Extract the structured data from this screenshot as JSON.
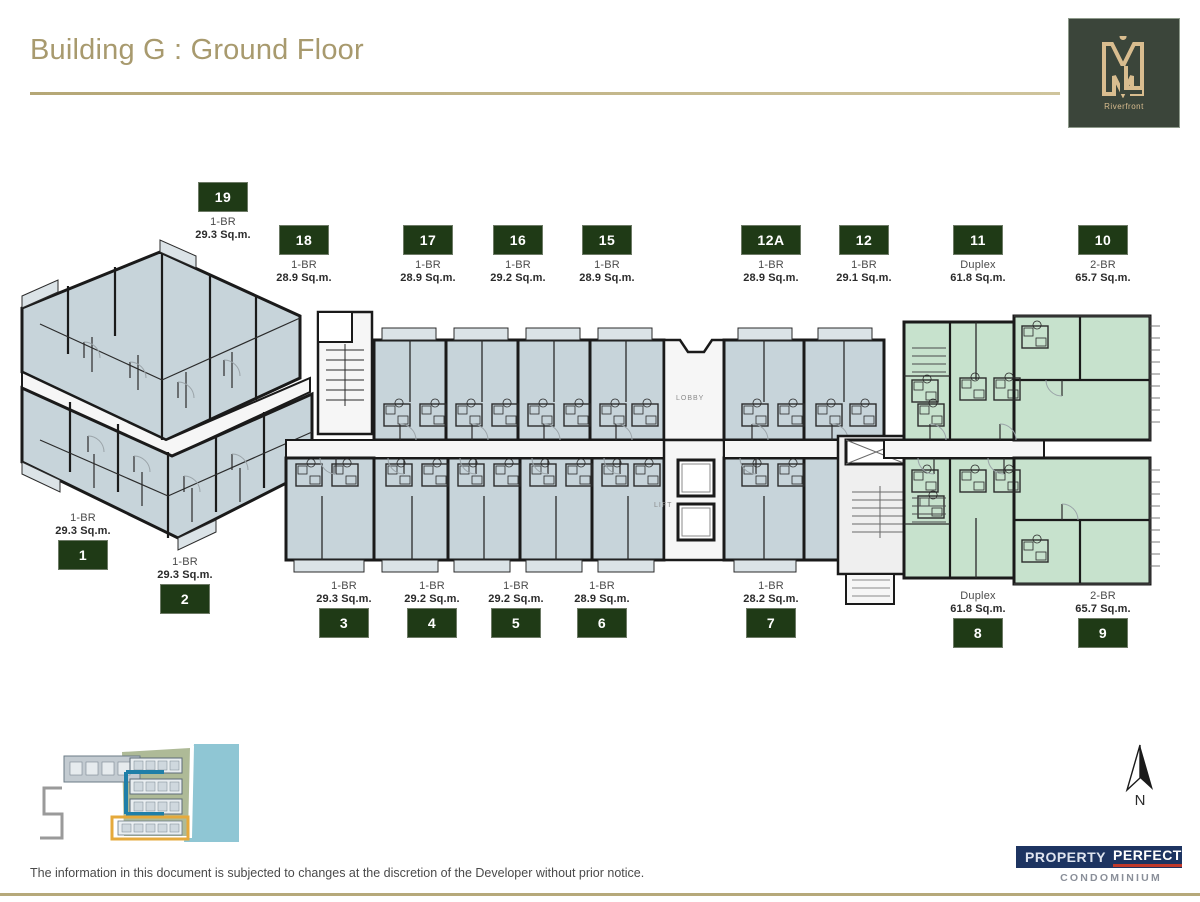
{
  "header": {
    "title": "Building G : Ground Floor",
    "logo": {
      "name": "riverfront-logo",
      "caption": "Riverfront",
      "box_color": "#3b453a",
      "mark_color": "#d9bd8f"
    }
  },
  "plan": {
    "core_labels": [
      {
        "text": "LOBBY",
        "name": "lobby-label"
      },
      {
        "text": "LIFT",
        "name": "lift-label"
      }
    ],
    "colors": {
      "one_br_fill": "#c7d4da",
      "duplex_fill": "#c7e2cd",
      "wall": "#1a1a1a",
      "corridor": "#f4f4f4"
    }
  },
  "units_top": [
    {
      "no": "19",
      "type": "1-BR",
      "area": "29.3 Sq.m."
    },
    {
      "no": "18",
      "type": "1-BR",
      "area": "28.9 Sq.m."
    },
    {
      "no": "17",
      "type": "1-BR",
      "area": "28.9 Sq.m."
    },
    {
      "no": "16",
      "type": "1-BR",
      "area": "29.2 Sq.m."
    },
    {
      "no": "15",
      "type": "1-BR",
      "area": "28.9 Sq.m."
    },
    {
      "no": "12A",
      "type": "1-BR",
      "area": "28.9 Sq.m."
    },
    {
      "no": "12",
      "type": "1-BR",
      "area": "29.1 Sq.m."
    },
    {
      "no": "11",
      "type": "Duplex",
      "area": "61.8 Sq.m."
    },
    {
      "no": "10",
      "type": "2-BR",
      "area": "65.7 Sq.m."
    }
  ],
  "units_bottom": [
    {
      "no": "1",
      "type": "1-BR",
      "area": "29.3 Sq.m."
    },
    {
      "no": "2",
      "type": "1-BR",
      "area": "29.3 Sq.m."
    },
    {
      "no": "3",
      "type": "1-BR",
      "area": "29.3 Sq.m."
    },
    {
      "no": "4",
      "type": "1-BR",
      "area": "29.2 Sq.m."
    },
    {
      "no": "5",
      "type": "1-BR",
      "area": "29.2 Sq.m."
    },
    {
      "no": "6",
      "type": "1-BR",
      "area": "28.9 Sq.m."
    },
    {
      "no": "7",
      "type": "1-BR",
      "area": "28.2 Sq.m."
    },
    {
      "no": "8",
      "type": "Duplex",
      "area": "61.8 Sq.m."
    },
    {
      "no": "9",
      "type": "2-BR",
      "area": "65.7 Sq.m."
    }
  ],
  "footer": {
    "disclaimer": "The information in this document is subjected to changes at the discretion of the Developer without prior notice.",
    "compass": {
      "name": "north-arrow-icon",
      "label": "N"
    },
    "keyplan": {
      "name": "site-keyplan-thumbnail"
    },
    "developer": {
      "word1": "PROPERTY",
      "word2": "PERFECT",
      "subtitle": "CONDOMINIUM",
      "box_color": "#1d3461",
      "accent": "#c0392b"
    }
  }
}
